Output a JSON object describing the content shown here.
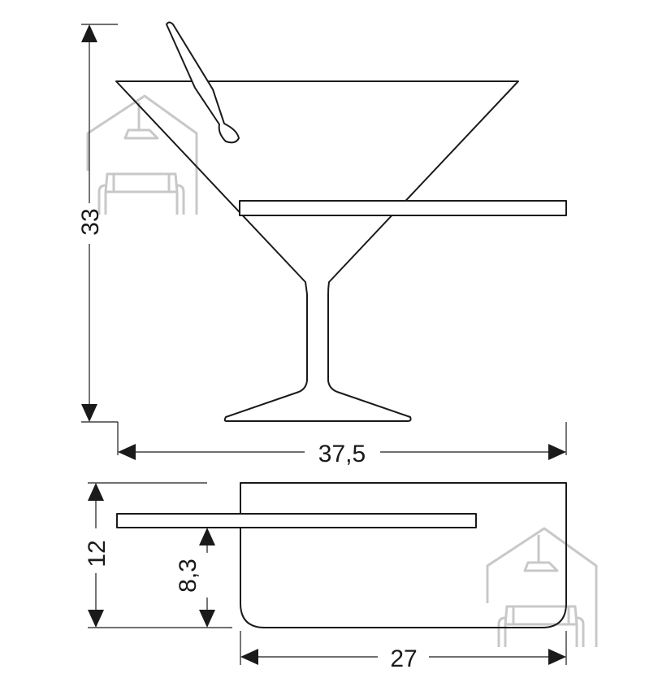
{
  "dimensions": {
    "height_total": "33",
    "width_total": "37,5",
    "depth_total": "12",
    "shelf_height": "8,3",
    "base_width": "27"
  },
  "colors": {
    "line": "#1a1a1a",
    "watermark": "#c8c8c8",
    "background": "#ffffff"
  },
  "icons": [
    "house-logo-watermark-icon"
  ]
}
